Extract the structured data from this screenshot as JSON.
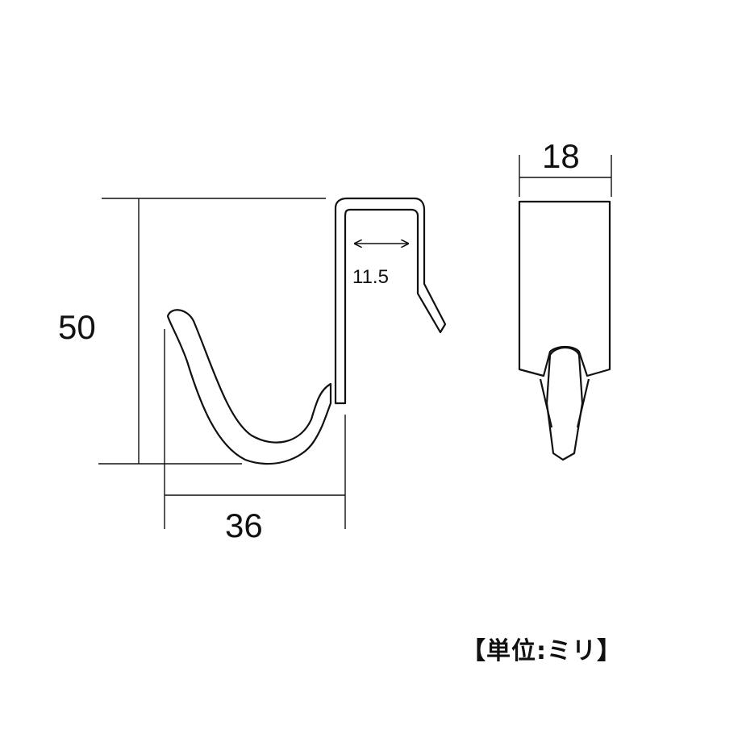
{
  "dimensions": {
    "height": "50",
    "width": "36",
    "gap": "11.5",
    "depth": "18"
  },
  "unit_note": "【単位:ミリ】"
}
